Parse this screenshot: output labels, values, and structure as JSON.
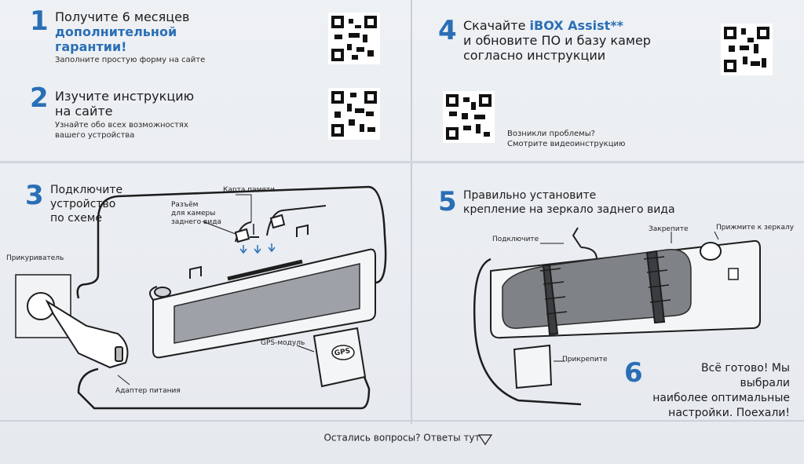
{
  "step1": {
    "number": "1",
    "line1": "Получите 6 месяцев",
    "line2": "дополнительной",
    "line3": "гарантии!",
    "sub": "Заполните простую форму на сайте"
  },
  "step2": {
    "number": "2",
    "line1": "Изучите инструкцию",
    "line2": "на сайте",
    "sub1": "Узнайте обо всех возможностях",
    "sub2": "вашего устройства"
  },
  "step3": {
    "number": "3",
    "line1": "Подключите",
    "line2": "устройство",
    "line3": "по схеме",
    "labels": {
      "memory_card": "Карта памяти",
      "rear_cam1": "Разъём",
      "rear_cam2": "для камеры",
      "rear_cam3": "заднего вида",
      "lighter": "Прикуриватель",
      "gps": "GPS-модуль",
      "adapter": "Адаптер питания",
      "gps_badge": "GPS"
    }
  },
  "step4": {
    "number": "4",
    "line1a": "Скачайте ",
    "line1b": "iBOX Assist**",
    "line2": "и обновите ПО и базу камер",
    "line3": "согласно инструкции",
    "sub1": "Возникли проблемы?",
    "sub2": "Смотрите видеоинструкцию"
  },
  "step5": {
    "number": "5",
    "line1": "Правильно установите",
    "line2": "крепление на зеркало заднего вида",
    "labels": {
      "connect": "Подключите",
      "fix": "Закрепите",
      "press": "Прижмите к зеркалу",
      "attach": "Прикрепите"
    }
  },
  "step6": {
    "number": "6",
    "line1": "Всё готово! Мы выбрали",
    "line2": "наиболее оптимальные",
    "line3": "настройки. Поехали!"
  },
  "footer": {
    "text": "Остались вопросы? Ответы тут"
  },
  "icons": [
    "qr-code-icon",
    "chevron-down-icon"
  ]
}
